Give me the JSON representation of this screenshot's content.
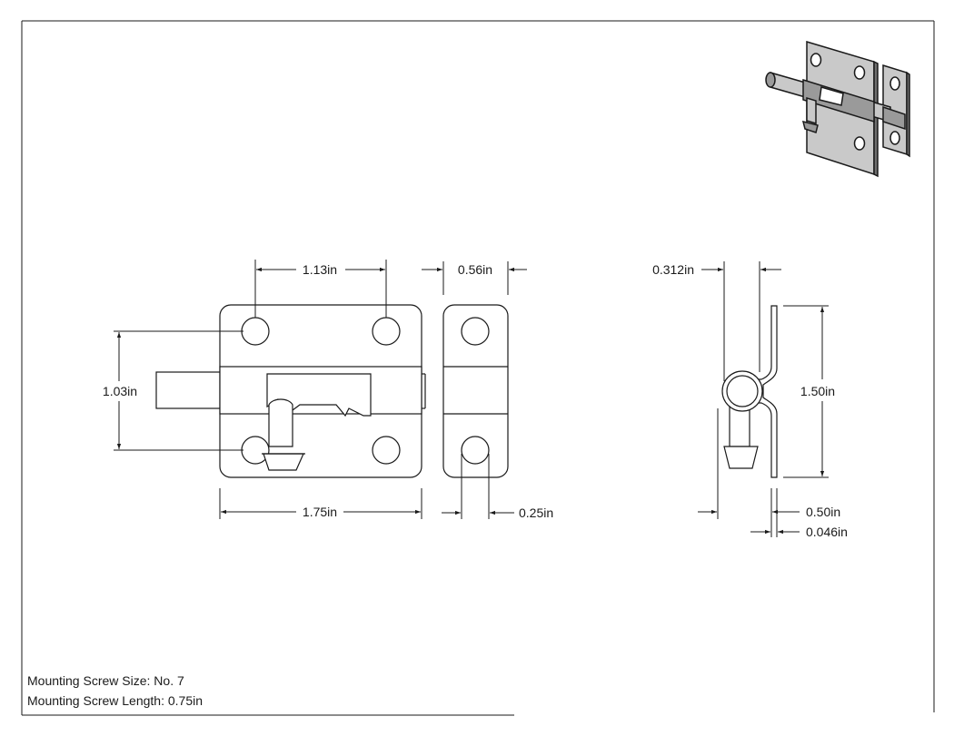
{
  "front_view": {
    "dim_hole_spacing_horizontal": "1.13in",
    "dim_hole_spacing_vertical": "1.03in",
    "dim_overall_width": "1.75in"
  },
  "keeper_view": {
    "dim_width": "0.56in",
    "dim_hole_offset": "0.25in"
  },
  "side_view": {
    "dim_barrel_offset": "0.312in",
    "dim_height": "1.50in",
    "dim_depth": "0.50in",
    "dim_thickness": "0.046in"
  },
  "notes": {
    "screw_size_label": "Mounting Screw Size:",
    "screw_size_value": "No. 7",
    "screw_length_label": "Mounting Screw Length:",
    "screw_length_value": "0.75in"
  },
  "colors": {
    "line": "#1a1a1a",
    "iso_fill_light": "#c9c9c9",
    "iso_fill_mid": "#9a9a9a",
    "iso_fill_dark": "#6f6f6f"
  },
  "icons": {
    "isometric_preview": "barrel-bolt-isometric-icon"
  }
}
